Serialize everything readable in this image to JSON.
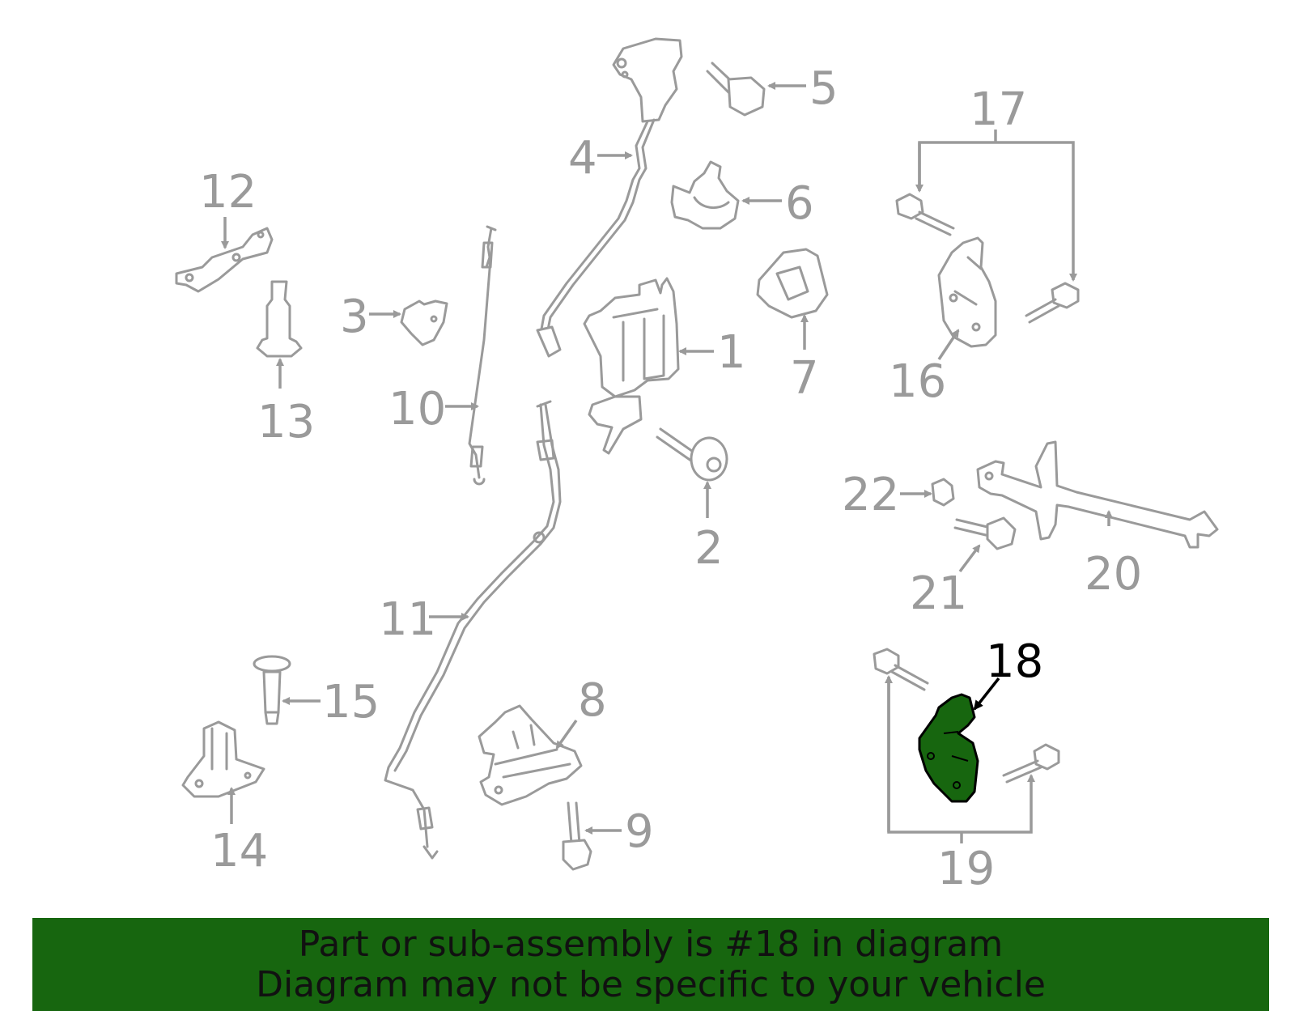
{
  "diagram": {
    "highlight_color": "#17660f",
    "line_color": "#9a9a9a",
    "callouts": {
      "c1": "1",
      "c2": "2",
      "c3": "3",
      "c4": "4",
      "c5": "5",
      "c6": "6",
      "c7": "7",
      "c8": "8",
      "c9": "9",
      "c10": "10",
      "c11": "11",
      "c12": "12",
      "c13": "13",
      "c14": "14",
      "c15": "15",
      "c16": "16",
      "c17": "17",
      "c18": "18",
      "c19": "19",
      "c20": "20",
      "c21": "21",
      "c22": "22"
    },
    "highlighted_part": "18"
  },
  "banner": {
    "background": "#17660f",
    "line1": "Part or sub-assembly is #18 in diagram",
    "line2": "Diagram may not be specific to your vehicle"
  }
}
